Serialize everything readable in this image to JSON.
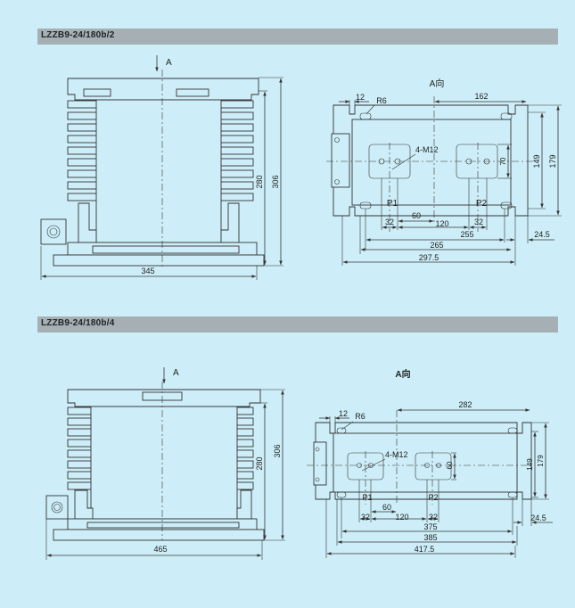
{
  "sections": [
    {
      "model": "LZZB9-24/180b/2",
      "front": {
        "arrow": "A",
        "height_inner": "280",
        "height_outer": "306",
        "width": "345"
      },
      "view": {
        "title": "A向",
        "d12": "12",
        "r6": "R6",
        "d162": "162",
        "thread": "4-M12",
        "d70": "70",
        "d149": "149",
        "d179": "179",
        "p1": "P1",
        "p2": "P2",
        "d32a": "32",
        "d60": "60",
        "d120": "120",
        "d32b": "32",
        "d255": "255",
        "d24_5": "24.5",
        "d265": "265",
        "d297_5": "297.5"
      }
    },
    {
      "model": "LZZB9-24/180b/4",
      "front": {
        "arrow": "A",
        "height_inner": "280",
        "height_outer": "306",
        "width": "465"
      },
      "view": {
        "title": "A向",
        "d12": "12",
        "r6": "R6",
        "d282": "282",
        "thread": "4-M12",
        "d60v": "60",
        "d149": "149",
        "d179": "179",
        "p1": "P1",
        "p2": "P2",
        "d32a": "32",
        "d60": "60",
        "d120": "120",
        "d32b": "32",
        "d375": "375",
        "d24_5": "24.5",
        "d385": "385",
        "d417_5": "417.5"
      }
    }
  ]
}
